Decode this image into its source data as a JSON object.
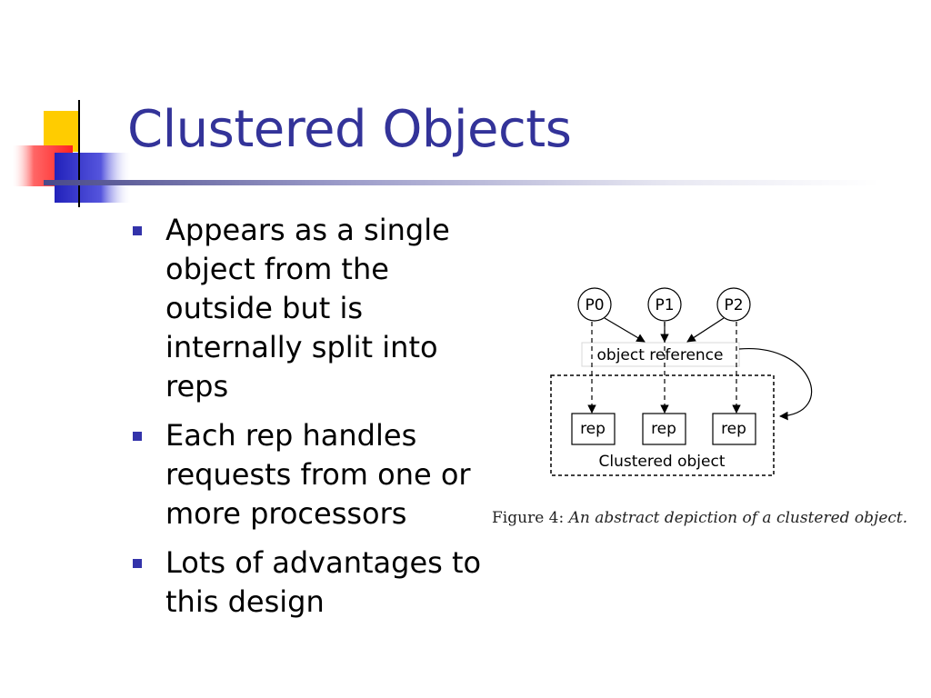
{
  "slide": {
    "title": "Clustered Objects",
    "bullets": [
      "Appears as a single object from the outside but is internally split into reps",
      "Each rep handles requests from one or more processors",
      "Lots of advantages to this design"
    ]
  },
  "figure": {
    "processors": [
      "P0",
      "P1",
      "P2"
    ],
    "reference_label": "object reference",
    "reps": [
      "rep",
      "rep",
      "rep"
    ],
    "cluster_label": "Clustered object",
    "caption_prefix": "Figure 4:",
    "caption_body": "An abstract depiction of a clustered object."
  },
  "colors": {
    "title": "#333399",
    "bullet_marker": "#3333aa",
    "logo_yellow": "#ffcc00",
    "logo_red": "#ff3333",
    "logo_blue": "#3333cc"
  }
}
